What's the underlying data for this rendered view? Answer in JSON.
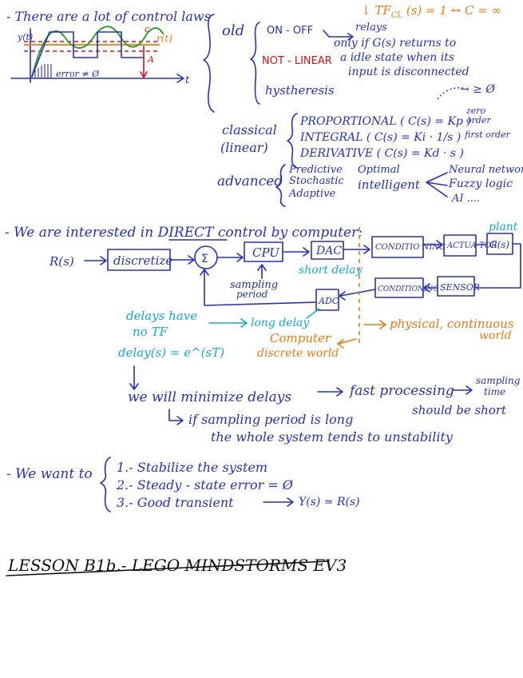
{
  "header": {
    "tfcl_note": "↓ TF",
    "tfcl_sub": "CL",
    "tfcl_rest": " (s) = 1 ↔ C = ∞"
  },
  "intro": {
    "title": "- There are a lot of control laws",
    "graph_y_label": "y(t)",
    "graph_t_label": "t",
    "graph_r_label": "r(t)",
    "graph_c_label": "c",
    "graph_a_label": "A",
    "graph_error_label": "error ≠ Ø"
  },
  "laws": {
    "old_label": "old",
    "on_off": "ON - OFF",
    "relays": "relays",
    "relays_note_1": "only if G(s) returns to",
    "relays_note_2": "a idle state when its",
    "relays_note_3": "input is disconnected",
    "not_linear": "NOT - LINEAR",
    "hysteresis": "hystheresis",
    "arrow_zero": "→ ≥ Ø",
    "classical_1": "classical",
    "classical_2": "(linear)",
    "proportional": "PROPORTIONAL  ( C(s) = Kp )",
    "integral": "INTEGRAL  ( C(s) = Ki · 1/s )",
    "derivative": "DERIVATIVE  ( C(s) = Kd · s )",
    "zero_order_1": "zero",
    "zero_order_2": "order",
    "first_order": "first order",
    "advanced": "advanced",
    "predictive": "Predictive",
    "stochastic": "Stochastic",
    "adaptive": "Adaptive",
    "optimal": "Optimal",
    "intelligent": "intelligent",
    "neural": "Neural network",
    "fuzzy": "Fuzzy logic",
    "ai": "AI ...."
  },
  "direct": {
    "title": "- We are interested in DIRECT control by computer:",
    "rs": "R(s)",
    "discretize": "discretize",
    "sum": "Σ",
    "cpu": "CPU",
    "dac": "DAC",
    "conditioning_top": "CONDITIO NING",
    "actuator": "ACTUA TOR",
    "plant_label": "plant",
    "plant": "G(s)",
    "sampling_1": "sampling",
    "sampling_2": "period",
    "short_delay": "short delay",
    "adc": "ADC",
    "conditioning_bottom": "CONDITIONING",
    "sensor": "SENSOR",
    "delays_have_1": "delays have",
    "delays_have_2": "no TF",
    "delay_formula": "delay(s) = e^(sT)",
    "long_delay": "long delay",
    "computer_1": "Computer",
    "computer_2": "discrete world",
    "physical_1": "physical, continuous",
    "physical_2": "world",
    "minimize": "we will minimize delays",
    "fast": "fast processing",
    "sampling_time_1": "sampling",
    "sampling_time_2": "time",
    "should_short": "should be short",
    "if_long_1": "if sampling period is long",
    "if_long_2": "the whole system tends to unstability"
  },
  "want": {
    "title": "- We want to",
    "item1": "1.- Stabilize the system",
    "item2": "2.- Steady - state error = Ø",
    "item3": "3.- Good transient",
    "item3_result": "Y(s) ≃ R(s)"
  },
  "lesson": {
    "title": "LESSON B1b.- LEGO MINDSTORMS EV3"
  }
}
